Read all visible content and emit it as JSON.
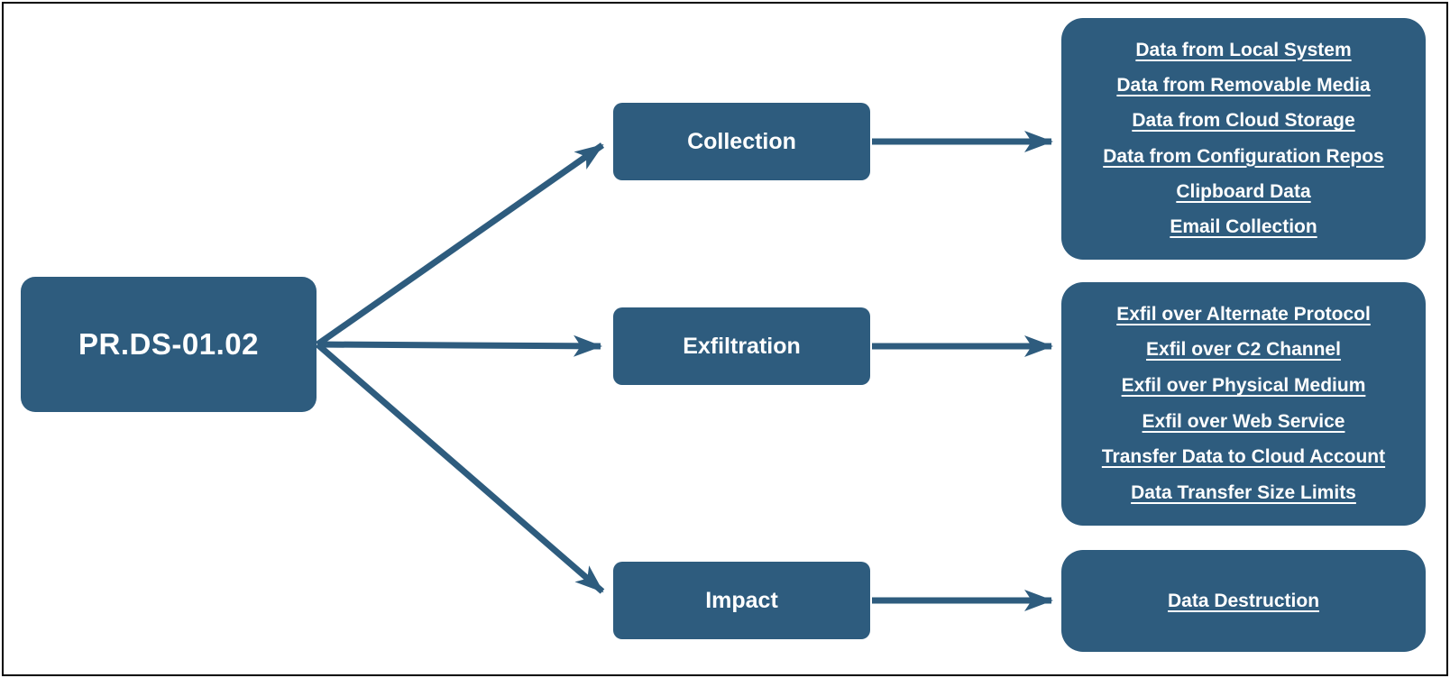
{
  "palette": {
    "node_fill": "#2e5c7e",
    "node_text": "#ffffff",
    "frame_border": "#000000",
    "background": "#ffffff"
  },
  "root": {
    "label": "PR.DS-01.02"
  },
  "tactics": [
    {
      "label": "Collection",
      "techniques": [
        "Data from Local System",
        "Data from Removable Media",
        "Data from Cloud Storage",
        "Data from Configuration Repos",
        "Clipboard Data",
        "Email Collection"
      ]
    },
    {
      "label": "Exfiltration",
      "techniques": [
        "Exfil over Alternate Protocol",
        "Exfil over C2 Channel",
        "Exfil over Physical Medium",
        "Exfil over Web Service",
        "Transfer Data to Cloud Account",
        "Data Transfer Size Limits"
      ]
    },
    {
      "label": "Impact",
      "techniques": [
        "Data Destruction"
      ]
    }
  ]
}
